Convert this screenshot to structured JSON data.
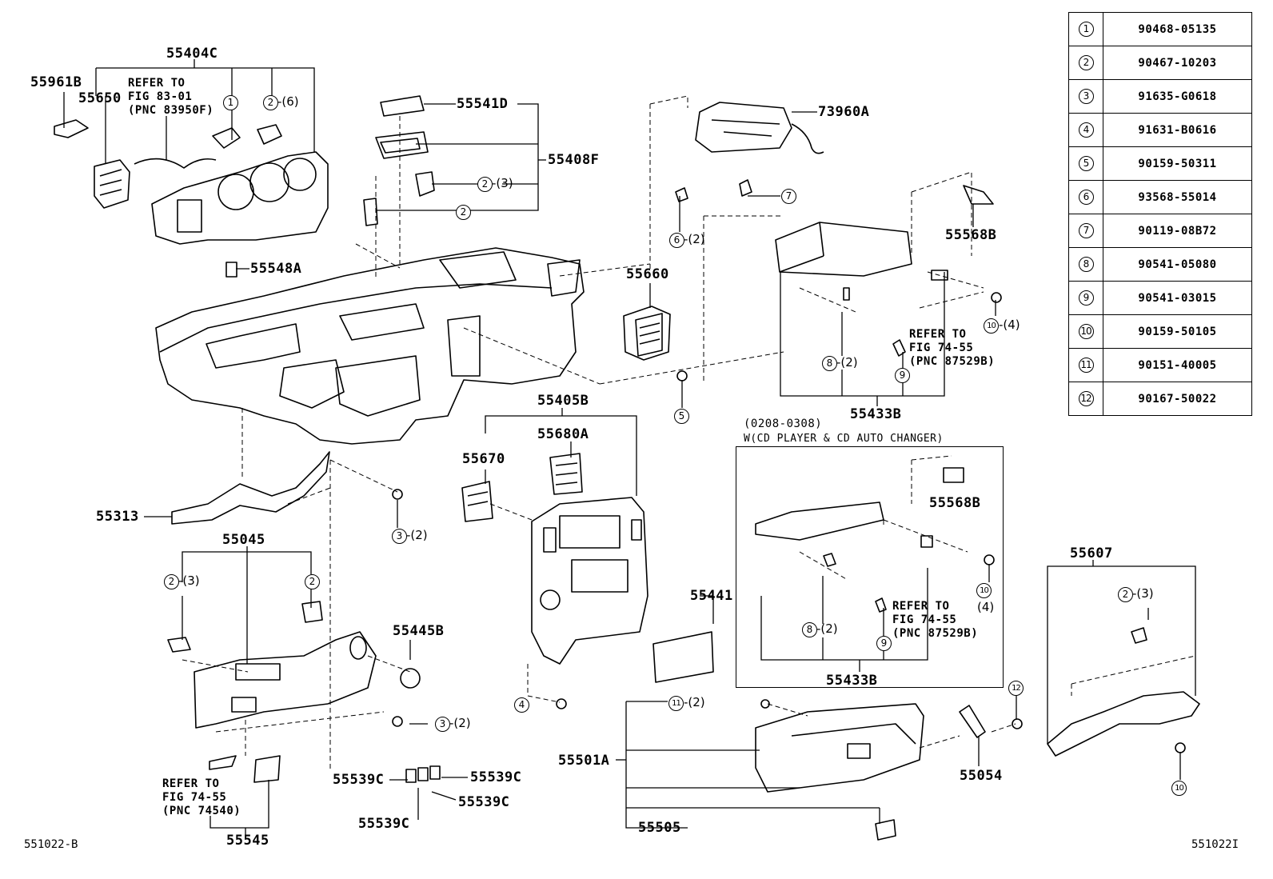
{
  "labels": {
    "p55404C": "55404C",
    "p55961B": "55961B",
    "p55650": "55650",
    "p55541D": "55541D",
    "p55408F": "55408F",
    "p73960A": "73960A",
    "p55548A": "55548A",
    "p55660": "55660",
    "p55568B_a": "55568B",
    "p55433B_a": "55433B",
    "p55405B": "55405B",
    "p55680A": "55680A",
    "p55670": "55670",
    "p55313": "55313",
    "p55045": "55045",
    "p55445B": "55445B",
    "p55441": "55441",
    "p55568B_b": "55568B",
    "p55433B_b": "55433B",
    "p55607": "55607",
    "p55501A": "55501A",
    "p55054": "55054",
    "p55505": "55505",
    "p55539C_1": "55539C",
    "p55539C_2": "55539C",
    "p55539C_3": "55539C",
    "p55539C_4": "55539C",
    "p55545": "55545"
  },
  "notes": {
    "refer_83": "REFER TO\nFIG 83-01\n(PNC 83950F)",
    "refer_74_a": "REFER TO\nFIG 74-55\n(PNC 87529B)",
    "refer_74_b": "REFER TO\nFIG 74-55\n(PNC 87529B)",
    "refer_74540": "REFER TO\nFIG 74-55\n(PNC 74540)",
    "cd_box_title_1": "(0208-0308)",
    "cd_box_title_2": "W(CD PLAYER & CD AUTO CHANGER)"
  },
  "callouts": {
    "c1": "1",
    "c2a": "2",
    "c2b": "2",
    "c2c": "2",
    "c2d": "2",
    "c2e": "2",
    "c2f": "2",
    "c3a": "3",
    "c3b": "3",
    "c4": "4",
    "c5": "5",
    "c6": "6",
    "c7": "7",
    "c8a": "8",
    "c8b": "8",
    "c9a": "9",
    "c9b": "9",
    "c10a": "10",
    "c10b": "10",
    "c10c": "10",
    "c11": "11",
    "c12": "12"
  },
  "quantities": {
    "q2_6": "-(6)",
    "q2_3a": "-(3)",
    "q6_2": "-(2)",
    "q10_4a": "-(4)",
    "q8_2a": "-(2)",
    "q3_2a": "-(2)",
    "q2_3b": "-(3)",
    "q3_2b": "-(2)",
    "q8_2b": "-(2)",
    "q10_4b": "(4)",
    "q2_3c": "-(3)",
    "q11_2": "-(2)"
  },
  "legend": [
    {
      "no": "1",
      "part": "90468-05135"
    },
    {
      "no": "2",
      "part": "90467-10203"
    },
    {
      "no": "3",
      "part": "91635-G0618"
    },
    {
      "no": "4",
      "part": "91631-B0616"
    },
    {
      "no": "5",
      "part": "90159-50311"
    },
    {
      "no": "6",
      "part": "93568-55014"
    },
    {
      "no": "7",
      "part": "90119-08B72"
    },
    {
      "no": "8",
      "part": "90541-05080"
    },
    {
      "no": "9",
      "part": "90541-03015"
    },
    {
      "no": "10",
      "part": "90159-50105"
    },
    {
      "no": "11",
      "part": "90151-40005"
    },
    {
      "no": "12",
      "part": "90167-50022"
    }
  ],
  "footer": {
    "left": "551022-B",
    "right": "551022I"
  }
}
